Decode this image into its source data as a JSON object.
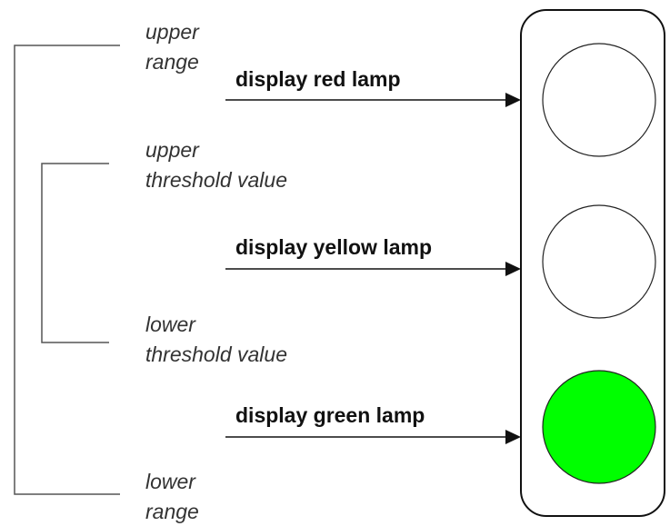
{
  "labels": {
    "upper_range": [
      "upper",
      "range"
    ],
    "upper_threshold": [
      "upper",
      "threshold value"
    ],
    "lower_threshold": [
      "lower",
      "threshold value"
    ],
    "lower_range": [
      "lower",
      "range"
    ]
  },
  "actions": {
    "red": "display red lamp",
    "yellow": "display yellow lamp",
    "green": "display green lamp"
  },
  "lamps": [
    {
      "name": "red",
      "lit": false,
      "color": "#ffffff"
    },
    {
      "name": "yellow",
      "lit": false,
      "color": "#ffffff"
    },
    {
      "name": "green",
      "lit": true,
      "color": "#00ff00"
    }
  ],
  "colors": {
    "lit_green": "#00ff00",
    "unlit": "#ffffff"
  }
}
